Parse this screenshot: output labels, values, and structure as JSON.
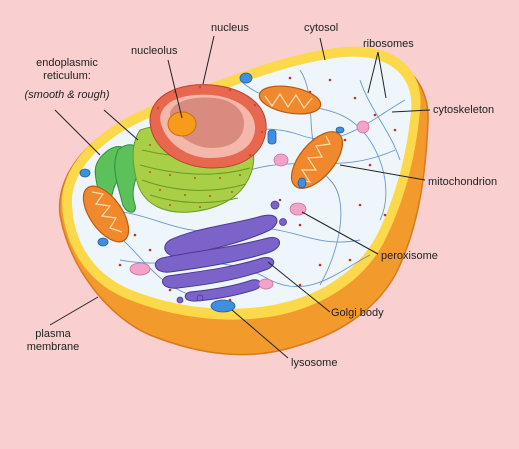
{
  "labels": {
    "nucleus": "nucleus",
    "cytosol": "cytosol",
    "ribosomes": "ribosomes",
    "nucleolus": "nucleolus",
    "er_line1": "endoplasmic",
    "er_line2": "reticulum:",
    "er_line3": "(smooth & rough)",
    "cytoskeleton": "cytoskeleton",
    "mitochondrion": "mitochondrion",
    "peroxisome": "peroxisome",
    "golgi": "Golgi body",
    "lysosome": "lysosome",
    "membrane_line1": "plasma",
    "membrane_line2": "membrane"
  },
  "colors": {
    "background": "#f9cfd0",
    "membrane_outer": "#f39a2c",
    "membrane_inner": "#fbd94a",
    "cytosol": "#eef6fb",
    "nucleus": "#e8674f",
    "nucleolus": "#f79b1c",
    "rough_er": "#a9cf46",
    "smooth_er": "#5cc15a",
    "mitochondrion": "#f0892e",
    "golgi": "#7b63c9",
    "lysosome": "#3f8fe0",
    "peroxisome": "#f3a3c8"
  }
}
